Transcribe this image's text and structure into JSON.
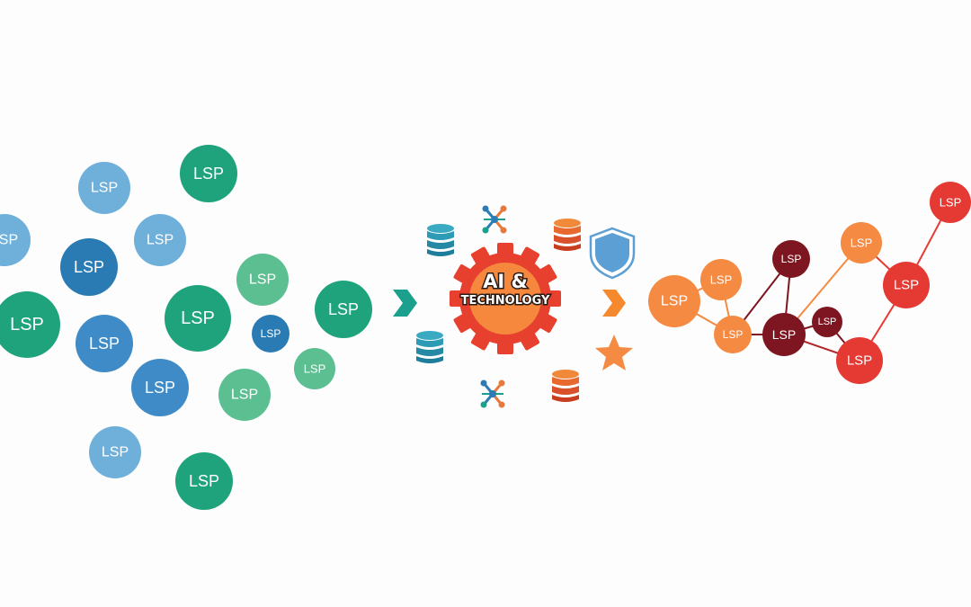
{
  "node_label": "LSP",
  "hub": {
    "title_line1": "AI &",
    "title_line2": "TECHNOLOGY"
  },
  "colors": {
    "light_blue": "#6fb0db",
    "mid_blue": "#3e8bc7",
    "dark_blue": "#2a7bb3",
    "teal": "#1fa37d",
    "light_teal": "#5cbf91",
    "arrow_teal": "#1aa08c",
    "arrow_orange": "#f5892e",
    "gear_red": "#e8402f",
    "gear_orange": "#f5883d",
    "node_orange": "#f58a42",
    "node_red": "#e53a33",
    "node_maroon": "#7d1620",
    "shield_blue": "#5b9fd4",
    "star_orange": "#f58a42",
    "database_teal": "#2d9bb6",
    "database_orange": "#e0572a"
  },
  "icons": [
    "database-icon",
    "network-icon",
    "shield-icon",
    "star-icon",
    "arrow-icon",
    "gear-icon"
  ]
}
